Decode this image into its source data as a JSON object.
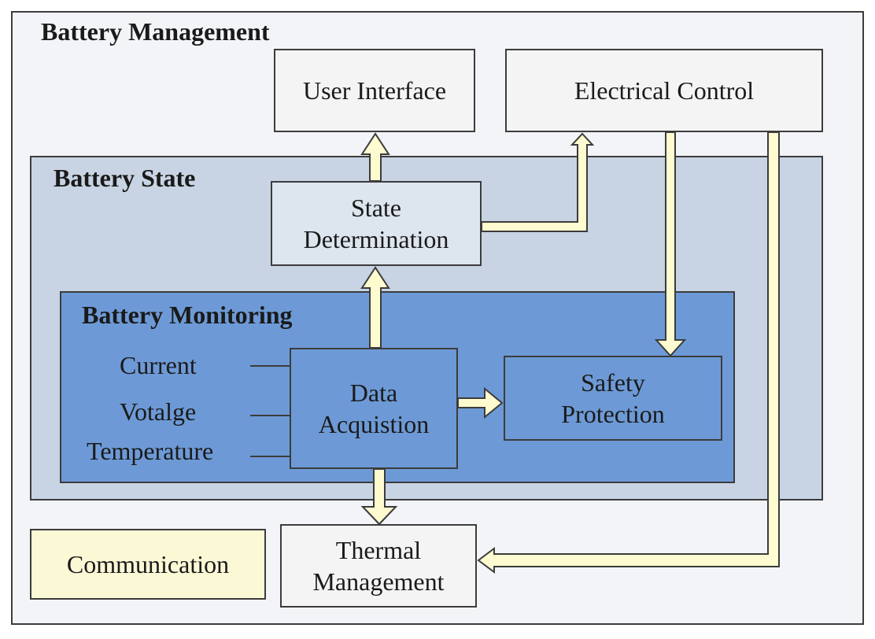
{
  "colors": {
    "outer_bg": "#f2f4f8",
    "state_bg": "#c8d4e3",
    "monitor_bg": "#6d9ad6",
    "white_box": "#f4f4f4",
    "state_box": "#dde5ef",
    "comm_box": "#fbf8d6",
    "arrow_fill": "#fdfbcf",
    "border": "#3c3c3c"
  },
  "regions": {
    "management": {
      "title": "Battery Management"
    },
    "state": {
      "title": "Battery State"
    },
    "monitoring": {
      "title": "Battery Monitoring"
    }
  },
  "boxes": {
    "user_interface": {
      "label": "User Interface"
    },
    "electrical_control": {
      "label": "Electrical Control"
    },
    "state_determination": {
      "line1": "State",
      "line2": "Determination"
    },
    "data_acquisition": {
      "line1": "Data",
      "line2": "Acquistion"
    },
    "safety_protection": {
      "line1": "Safety",
      "line2": "Protection"
    },
    "communication": {
      "label": "Communication"
    },
    "thermal_management": {
      "line1": "Thermal",
      "line2": "Management"
    }
  },
  "signals": [
    "Current",
    "Votalge",
    "Temperature"
  ]
}
